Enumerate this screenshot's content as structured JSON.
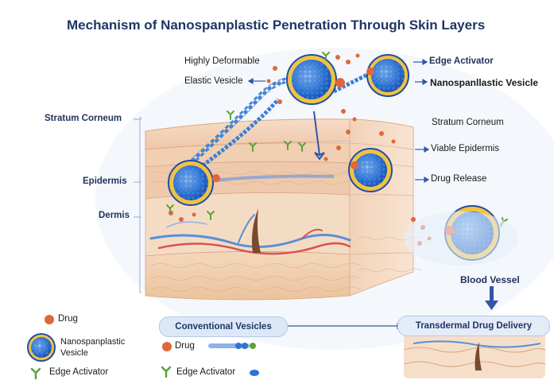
{
  "title": "Mechanism of Nanospanplastic Penetration Through Skin Layers",
  "top_labels": {
    "highly_deformable": "Highly Deformable",
    "elastic_vesicle": "Elastic Vesicle",
    "edge_activator": "Edge Activator",
    "nanospanlastic_vesicle": "Nanospanllastic Vesicle"
  },
  "left_layers": {
    "stratum_corneum": "Stratum Corneum",
    "epidermis": "Epidermis",
    "dermis": "Dermis"
  },
  "right_labels": {
    "stratum_corneum": "Stratum Corneum",
    "viable_epidermis": "Viable Epidermis",
    "drug_release": "Drug Release",
    "blood_vessel": "Blood Vessel"
  },
  "legend": {
    "drug": "Drug",
    "vesicle_line1": "Nanospanplastic",
    "vesicle_line2": "Vesicle",
    "edge_activator": "Edge Activator"
  },
  "bottom": {
    "conventional_vesicles": "Conventional Vesicles",
    "transdermal": "Transdermal Drug Delivery",
    "drug": "Drug",
    "edge_activator": "Edge Activator"
  },
  "colors": {
    "title": "#1f3566",
    "skin_top": "#f3d6bf",
    "skin_mid": "#ecc3a5",
    "skin_deep": "#f3dcc3",
    "vesicle_outer": "#2f6fd1",
    "vesicle_ring": "#f2c244",
    "drug": "#e0673a",
    "edge_activator": "#5aa33a",
    "arrow": "#3355a8"
  },
  "icons": [
    "drug-dot-icon",
    "vesicle-icon",
    "edge-activator-icon",
    "arrow-icon",
    "hair-icon",
    "blood-vessel-icon"
  ]
}
